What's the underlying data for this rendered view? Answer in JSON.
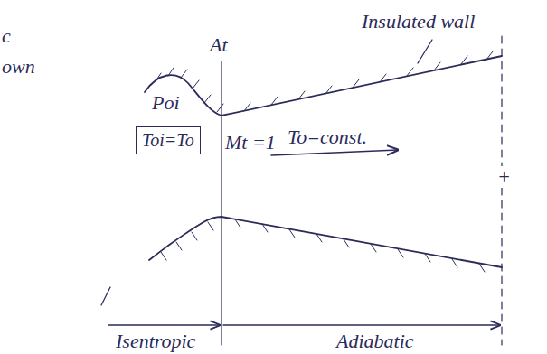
{
  "diagram": {
    "nodes": [
      {
        "text": [
          "Toi=To"
        ]
      }
    ],
    "labels": [
      "c",
      "own",
      "Insulated wall",
      "At",
      "Poi",
      "Mt =1",
      "To=const.",
      "+",
      "Isentropic",
      "Adiabatic"
    ]
  }
}
